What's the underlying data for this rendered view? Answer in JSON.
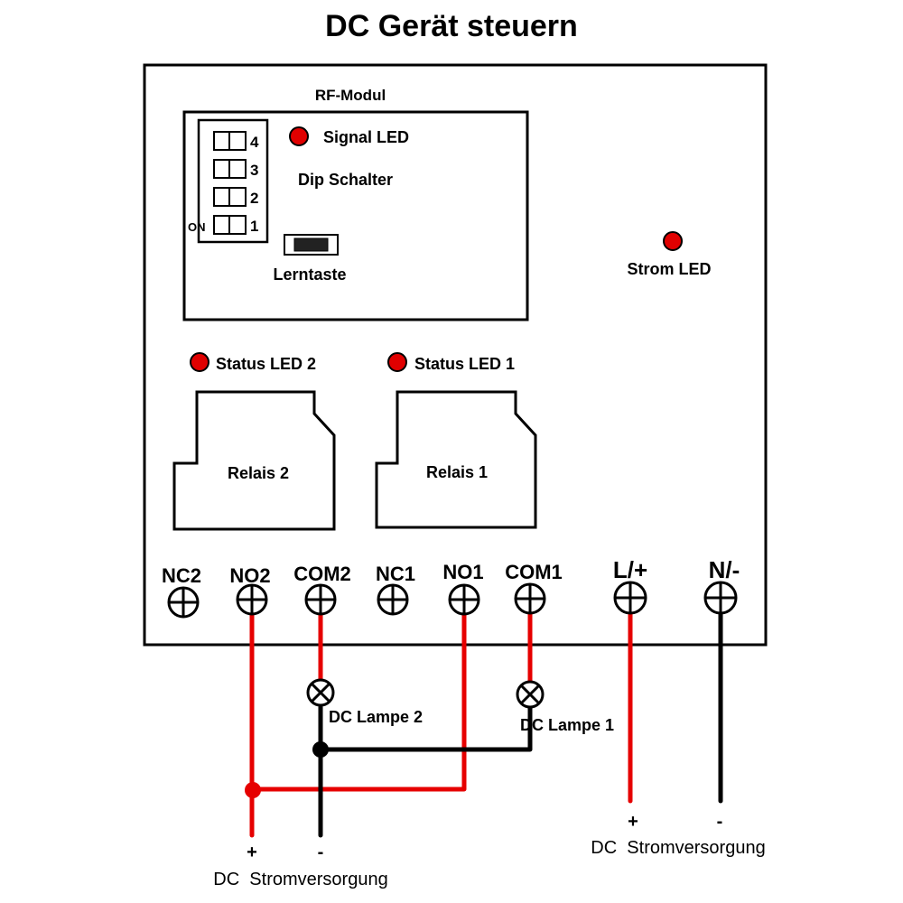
{
  "title": "DC Gerät steuern",
  "rf_module": {
    "label": "RF-Modul",
    "signal_led": "Signal LED",
    "dip_label": "Dip Schalter",
    "dip_numbers": [
      "4",
      "3",
      "2",
      "1"
    ],
    "dip_on": "ON",
    "learn_button": "Lerntaste"
  },
  "power_led": "Strom LED",
  "status_leds": {
    "led2": "Status LED 2",
    "led1": "Status LED 1"
  },
  "relays": {
    "relay2": "Relais 2",
    "relay1": "Relais 1"
  },
  "terminals": {
    "nc2": "NC2",
    "no2": "NO2",
    "com2": "COM2",
    "nc1": "NC1",
    "no1": "NO1",
    "com1": "COM1",
    "l_plus": "L/+",
    "n_minus": "N/-"
  },
  "lamps": {
    "lamp2": "DC Lampe 2",
    "lamp1": "DC Lampe 1"
  },
  "supply_left": {
    "plus": "+",
    "minus": "-",
    "label": "DC  Stromversorgung"
  },
  "supply_right": {
    "plus": "+",
    "minus": "-",
    "label": "DC  Stromversorgung"
  },
  "colors": {
    "led": "#e00000",
    "wire_live": "#e60000",
    "wire_neutral": "#000000",
    "outline": "#000000"
  }
}
